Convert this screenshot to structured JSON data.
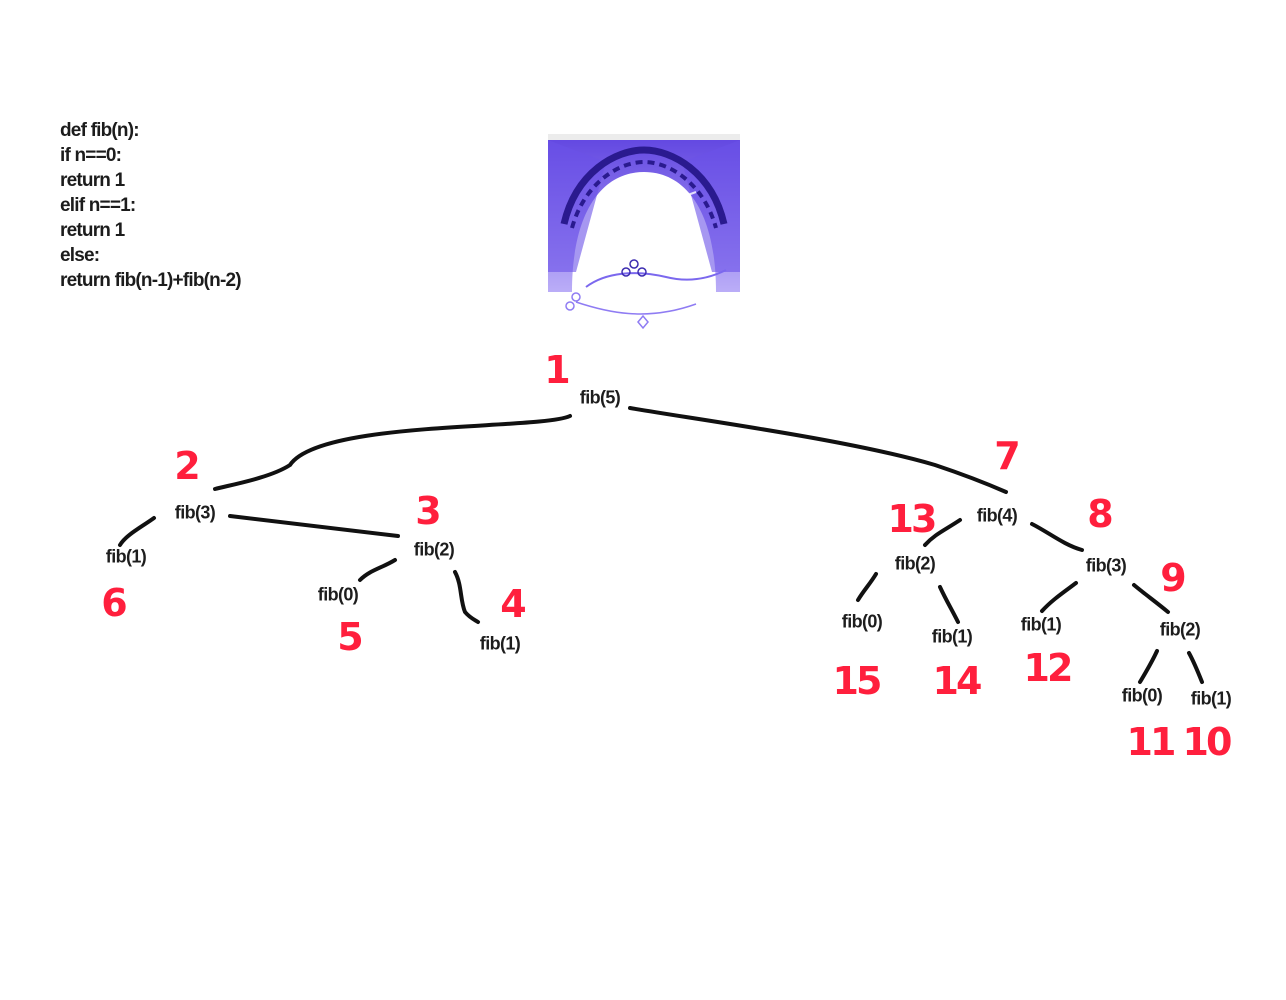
{
  "code": {
    "lines": [
      "def fib(n):",
      "if n==0:",
      "return 1",
      "elif n==1:",
      "return 1",
      "else:",
      "return fib(n-1)+fib(n-2)"
    ]
  },
  "logo": {
    "name": "university-logo",
    "colors": {
      "primary": "#5b3fe0",
      "light": "#8f7cf3"
    }
  },
  "tree": {
    "ink_color": "#111111",
    "order_color": "#ff1f3d",
    "nodes": [
      {
        "id": "n5",
        "label": "fib(5)",
        "order": "1",
        "parent": null
      },
      {
        "id": "n3a",
        "label": "fib(3)",
        "order": "2",
        "parent": "n5"
      },
      {
        "id": "n4",
        "label": "fib(4)",
        "order": "7",
        "parent": "n5"
      },
      {
        "id": "n1a",
        "label": "fib(1)",
        "order": "6",
        "parent": "n3a"
      },
      {
        "id": "n2a",
        "label": "fib(2)",
        "order": "3",
        "parent": "n3a"
      },
      {
        "id": "n0a",
        "label": "fib(0)",
        "order": "5",
        "parent": "n2a"
      },
      {
        "id": "n1b",
        "label": "fib(1)",
        "order": "4",
        "parent": "n2a"
      },
      {
        "id": "n2b",
        "label": "fib(2)",
        "order": "13",
        "parent": "n4"
      },
      {
        "id": "n3b",
        "label": "fib(3)",
        "order": "8",
        "parent": "n4"
      },
      {
        "id": "n0b",
        "label": "fib(0)",
        "order": "15",
        "parent": "n2b"
      },
      {
        "id": "n1c",
        "label": "fib(1)",
        "order": "14",
        "parent": "n2b"
      },
      {
        "id": "n1d",
        "label": "fib(1)",
        "order": "12",
        "parent": "n3b"
      },
      {
        "id": "n2c",
        "label": "fib(2)",
        "order": "9",
        "parent": "n3b"
      },
      {
        "id": "n0c",
        "label": "fib(0)",
        "order": "11",
        "parent": "n2c"
      },
      {
        "id": "n1e",
        "label": "fib(1)",
        "order": "10",
        "parent": "n2c"
      }
    ]
  }
}
